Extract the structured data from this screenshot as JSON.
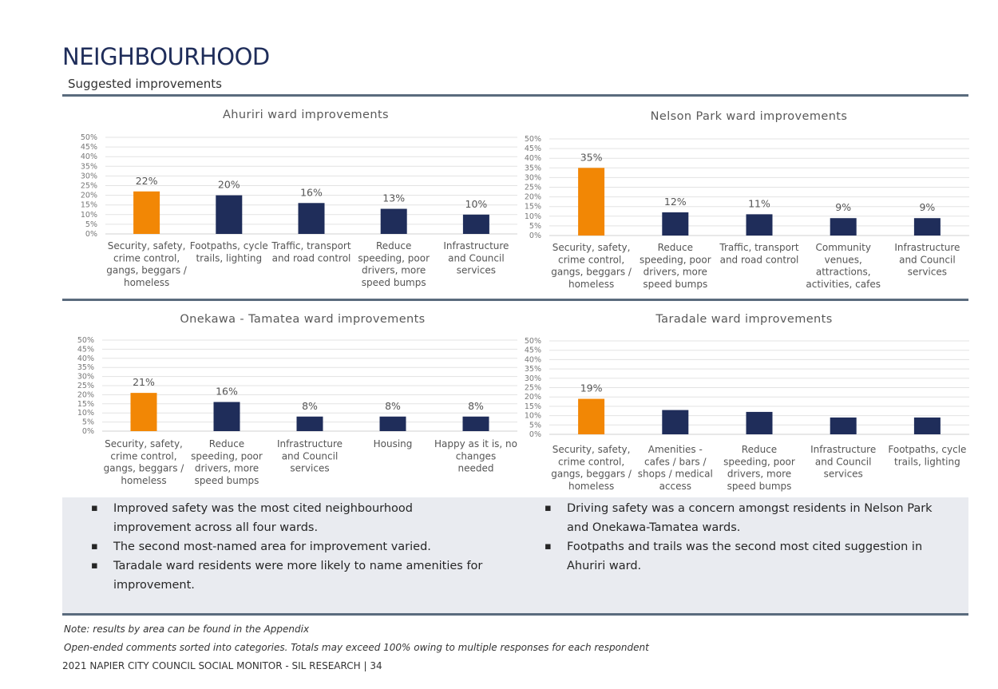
{
  "header": {
    "title": "NEIGHBOURHOOD",
    "subtitle": "Suggested improvements"
  },
  "chart_data": [
    {
      "type": "bar",
      "title": "Ahuriri ward improvements",
      "categories": [
        [
          "Security, safety,",
          "crime control,",
          "gangs, beggars /",
          "homeless"
        ],
        [
          "Footpaths, cycle",
          "trails, lighting"
        ],
        [
          "Traffic, transport",
          "and road control"
        ],
        [
          "Reduce",
          "speeding, poor",
          "drivers, more",
          "speed bumps"
        ],
        [
          "Infrastructure",
          "and Council",
          "services"
        ]
      ],
      "values": [
        22,
        20,
        16,
        13,
        10
      ],
      "value_labels": [
        "22%",
        "20%",
        "16%",
        "13%",
        "10%"
      ],
      "yticks": [
        "50%",
        "45%",
        "40%",
        "35%",
        "30%",
        "25%",
        "20%",
        "15%",
        "10%",
        "5%",
        "0%"
      ],
      "ylim": [
        0,
        50
      ],
      "grid": true,
      "highlight_index": 0
    },
    {
      "type": "bar",
      "title": "Nelson Park ward improvements",
      "categories": [
        [
          "Security, safety,",
          "crime control,",
          "gangs, beggars /",
          "homeless"
        ],
        [
          "Reduce",
          "speeding, poor",
          "drivers, more",
          "speed bumps"
        ],
        [
          "Traffic, transport",
          "and road control"
        ],
        [
          "Community",
          "venues,",
          "attractions,",
          "activities, cafes"
        ],
        [
          "Infrastructure",
          "and Council",
          "services"
        ]
      ],
      "values": [
        35,
        12,
        11,
        9,
        9
      ],
      "value_labels": [
        "35%",
        "12%",
        "11%",
        "9%",
        "9%"
      ],
      "yticks": [
        "50%",
        "45%",
        "40%",
        "35%",
        "30%",
        "25%",
        "20%",
        "15%",
        "10%",
        "5%",
        "0%"
      ],
      "ylim": [
        0,
        50
      ],
      "grid": true,
      "highlight_index": 0
    },
    {
      "type": "bar",
      "title": "Onekawa - Tamatea ward improvements",
      "categories": [
        [
          "Security, safety,",
          "crime control,",
          "gangs, beggars /",
          "homeless"
        ],
        [
          "Reduce",
          "speeding, poor",
          "drivers, more",
          "speed bumps"
        ],
        [
          "Infrastructure",
          "and Council",
          "services"
        ],
        [
          "Housing"
        ],
        [
          "Happy as it is, no",
          "changes",
          "needed"
        ]
      ],
      "values": [
        21,
        16,
        8,
        8,
        8
      ],
      "value_labels": [
        "21%",
        "16%",
        "8%",
        "8%",
        "8%"
      ],
      "yticks": [
        "50%",
        "45%",
        "40%",
        "35%",
        "30%",
        "25%",
        "20%",
        "15%",
        "10%",
        "5%",
        "0%"
      ],
      "ylim": [
        0,
        50
      ],
      "grid": true,
      "highlight_index": 0
    },
    {
      "type": "bar",
      "title": "Taradale ward improvements",
      "categories": [
        [
          "Security, safety,",
          "crime control,",
          "gangs, beggars /",
          "homeless"
        ],
        [
          "Amenities -",
          "cafes / bars /",
          "shops / medical",
          "access"
        ],
        [
          "Reduce",
          "speeding, poor",
          "drivers, more",
          "speed bumps"
        ],
        [
          "Infrastructure",
          "and Council",
          "services"
        ],
        [
          "Footpaths, cycle",
          "trails, lighting"
        ]
      ],
      "values": [
        19,
        13,
        12,
        9,
        9
      ],
      "value_labels": [
        "19%",
        "",
        "",
        "",
        ""
      ],
      "yticks": [
        "50%",
        "45%",
        "40%",
        "35%",
        "30%",
        "25%",
        "20%",
        "15%",
        "10%",
        "5%",
        "0%"
      ],
      "ylim": [
        0,
        50
      ],
      "grid": true,
      "highlight_index": 0
    }
  ],
  "colors": {
    "highlight": "#f28705",
    "bar": "#1f2d5a",
    "title": "#1f2d5a",
    "rule": "#5a6b7d",
    "summary_bg": "#e9ebf0"
  },
  "summary": {
    "left": [
      "Improved safety was the most cited neighbourhood improvement across all four wards.",
      "The second most-named area for improvement varied.",
      "Taradale ward residents were more likely to name amenities for improvement."
    ],
    "right": [
      "Driving safety was a concern amongst residents in Nelson Park and Onekawa-Tamatea wards.",
      "Footpaths and trails was the second most cited suggestion in Ahuriri ward."
    ]
  },
  "notes": [
    "Note: results by area can be found in the Appendix",
    "Open-ended comments sorted into categories. Totals may exceed 100% owing to multiple responses for each respondent"
  ],
  "footer": "2021 NAPIER CITY COUNCIL SOCIAL MONITOR - SIL RESEARCH | 34"
}
